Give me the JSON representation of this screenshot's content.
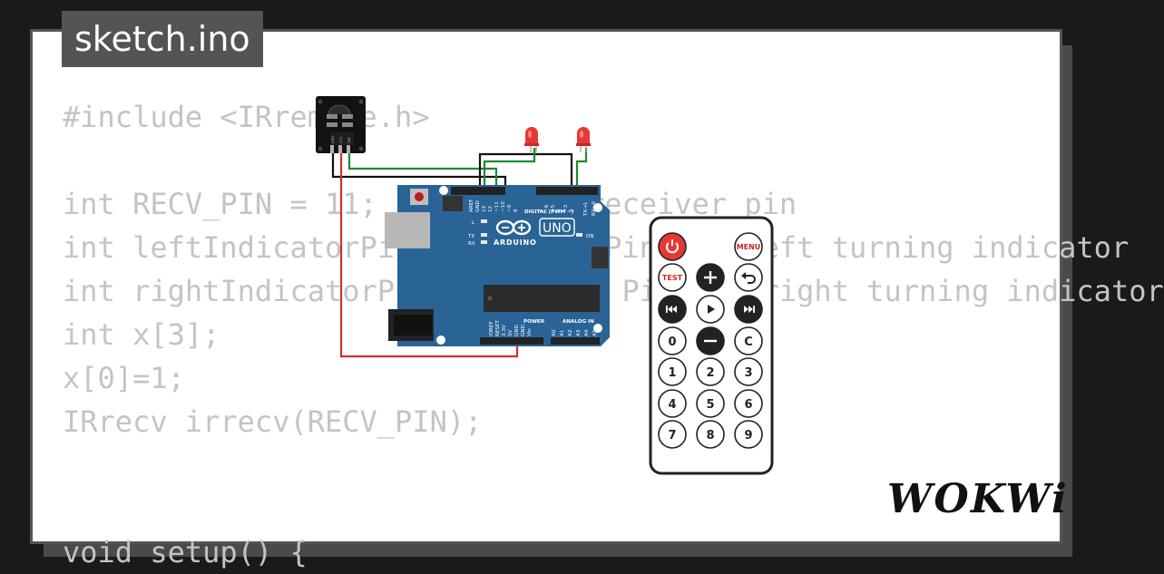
{
  "file_tab": {
    "label": "sketch.ino"
  },
  "code_lines": [
    "#include <IRremote.h>",
    "",
    "int RECV_PIN = 11;      // IR receiver pin",
    "int leftIndicatorPin = 12;  // Pin for left turning indicator",
    "int rightIndicatorPin = 13;  // Pin for right turning indicator",
    "int x[3];",
    "x[0]=1;",
    "IRrecv irrecv(RECV_PIN);",
    "",
    "",
    "void setup() {"
  ],
  "ir_receiver": {
    "pins": [
      "GND",
      "VCC",
      "DAT"
    ]
  },
  "arduino": {
    "brand": "ARDUINO",
    "model": "UNO",
    "led_labels": [
      "L",
      "TX",
      "RX"
    ],
    "on_label": "ON",
    "digital_header_label": "DIGITAL (PWM ~)",
    "digital_pins": [
      "AREF",
      "GND",
      "13",
      "12",
      "~11",
      "~10",
      "~9",
      "8",
      "7",
      "~6",
      "~5",
      "4",
      "~3",
      "2",
      "TX→1",
      "RX←0"
    ],
    "power_label": "POWER",
    "power_pins": [
      "IOREF",
      "RESET",
      "3.3V",
      "5V",
      "GND",
      "GND",
      "Vin"
    ],
    "analog_label": "ANALOG IN",
    "analog_pins": [
      "A0",
      "A1",
      "A2",
      "A3",
      "A4",
      "A5"
    ]
  },
  "remote": {
    "rows": [
      [
        "power",
        "",
        "MENU"
      ],
      [
        "TEST",
        "plus",
        "back"
      ],
      [
        "prev",
        "play",
        "next"
      ],
      [
        "0",
        "minus",
        "C"
      ],
      [
        "1",
        "2",
        "3"
      ],
      [
        "4",
        "5",
        "6"
      ],
      [
        "7",
        "8",
        "9"
      ]
    ]
  },
  "logo": {
    "text": "WOKWi"
  },
  "colors": {
    "board": "#2a6496",
    "led": "#e53935",
    "wire_green": "#1b8a2e",
    "wire_red": "#d32f2f",
    "wire_black": "#111111"
  }
}
